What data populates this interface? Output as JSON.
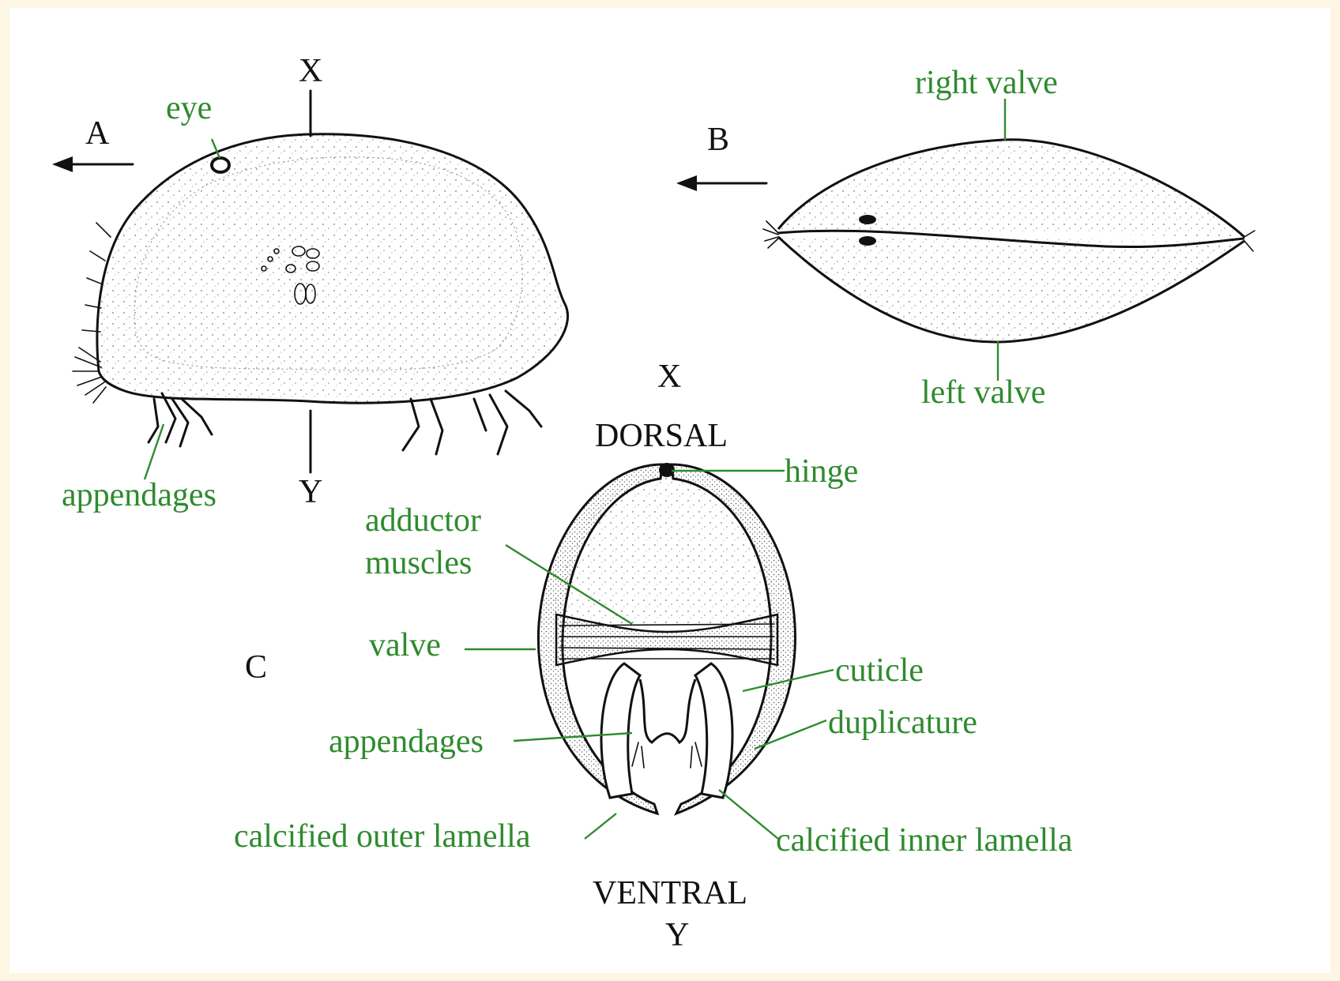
{
  "colors": {
    "label": "#2e8b2e",
    "ink": "#111111",
    "page": "#fdf6e3",
    "panel": "#ffffff"
  },
  "panel_a": {
    "letter": "A",
    "axis_top": "X",
    "axis_bottom": "Y",
    "labels": {
      "eye": "eye",
      "appendages": "appendages"
    }
  },
  "panel_b": {
    "letter": "B",
    "labels": {
      "right_valve": "right valve",
      "left_valve": "left valve"
    }
  },
  "panel_c": {
    "letter": "C",
    "top_axis": "X",
    "dorsal": "DORSAL",
    "ventral": "VENTRAL",
    "bottom_axis": "Y",
    "labels": {
      "hinge": "hinge",
      "adductor_1": "adductor",
      "adductor_2": "muscles",
      "valve": "valve",
      "cuticle": "cuticle",
      "duplicature": "duplicature",
      "appendages": "appendages",
      "outer_lamella": "calcified outer lamella",
      "inner_lamella": "calcified inner lamella"
    }
  }
}
